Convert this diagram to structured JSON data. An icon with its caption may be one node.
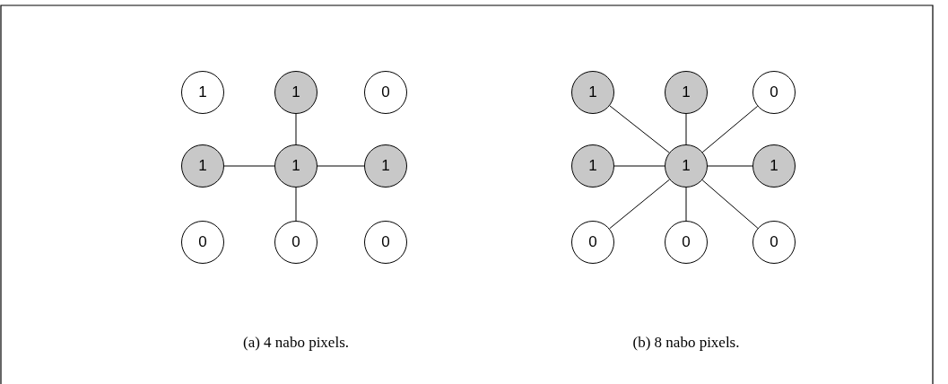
{
  "diagram": {
    "nodes": [
      {
        "text": [
          "1"
        ]
      },
      {
        "text": [
          "1"
        ]
      },
      {
        "text": [
          "0"
        ]
      },
      {
        "text": [
          "1"
        ]
      },
      {
        "text": [
          "1"
        ]
      },
      {
        "text": [
          "1"
        ]
      },
      {
        "text": [
          "0"
        ]
      },
      {
        "text": [
          "0"
        ]
      },
      {
        "text": [
          "0"
        ]
      },
      {
        "text": [
          "1"
        ]
      },
      {
        "text": [
          "1"
        ]
      },
      {
        "text": [
          "0"
        ]
      },
      {
        "text": [
          "1"
        ]
      },
      {
        "text": [
          "1"
        ]
      },
      {
        "text": [
          "1"
        ]
      },
      {
        "text": [
          "0"
        ]
      },
      {
        "text": [
          "0"
        ]
      },
      {
        "text": [
          "0"
        ]
      }
    ],
    "edges": [
      {
        "from": 4,
        "to": 1,
        "arrow": "none"
      },
      {
        "from": 4,
        "to": 3,
        "arrow": "none"
      },
      {
        "from": 4,
        "to": 5,
        "arrow": "none"
      },
      {
        "from": 4,
        "to": 7,
        "arrow": "none"
      },
      {
        "from": 13,
        "to": 9,
        "arrow": "none"
      },
      {
        "from": 13,
        "to": 10,
        "arrow": "none"
      },
      {
        "from": 13,
        "to": 11,
        "arrow": "none"
      },
      {
        "from": 13,
        "to": 12,
        "arrow": "none"
      },
      {
        "from": 13,
        "to": 14,
        "arrow": "none"
      },
      {
        "from": 13,
        "to": 15,
        "arrow": "none"
      },
      {
        "from": 13,
        "to": 16,
        "arrow": "none"
      },
      {
        "from": 13,
        "to": 17,
        "arrow": "none"
      }
    ],
    "labels": [
      "(a) 4 nabo pixels.",
      "(b) 8 nabo pixels."
    ]
  }
}
